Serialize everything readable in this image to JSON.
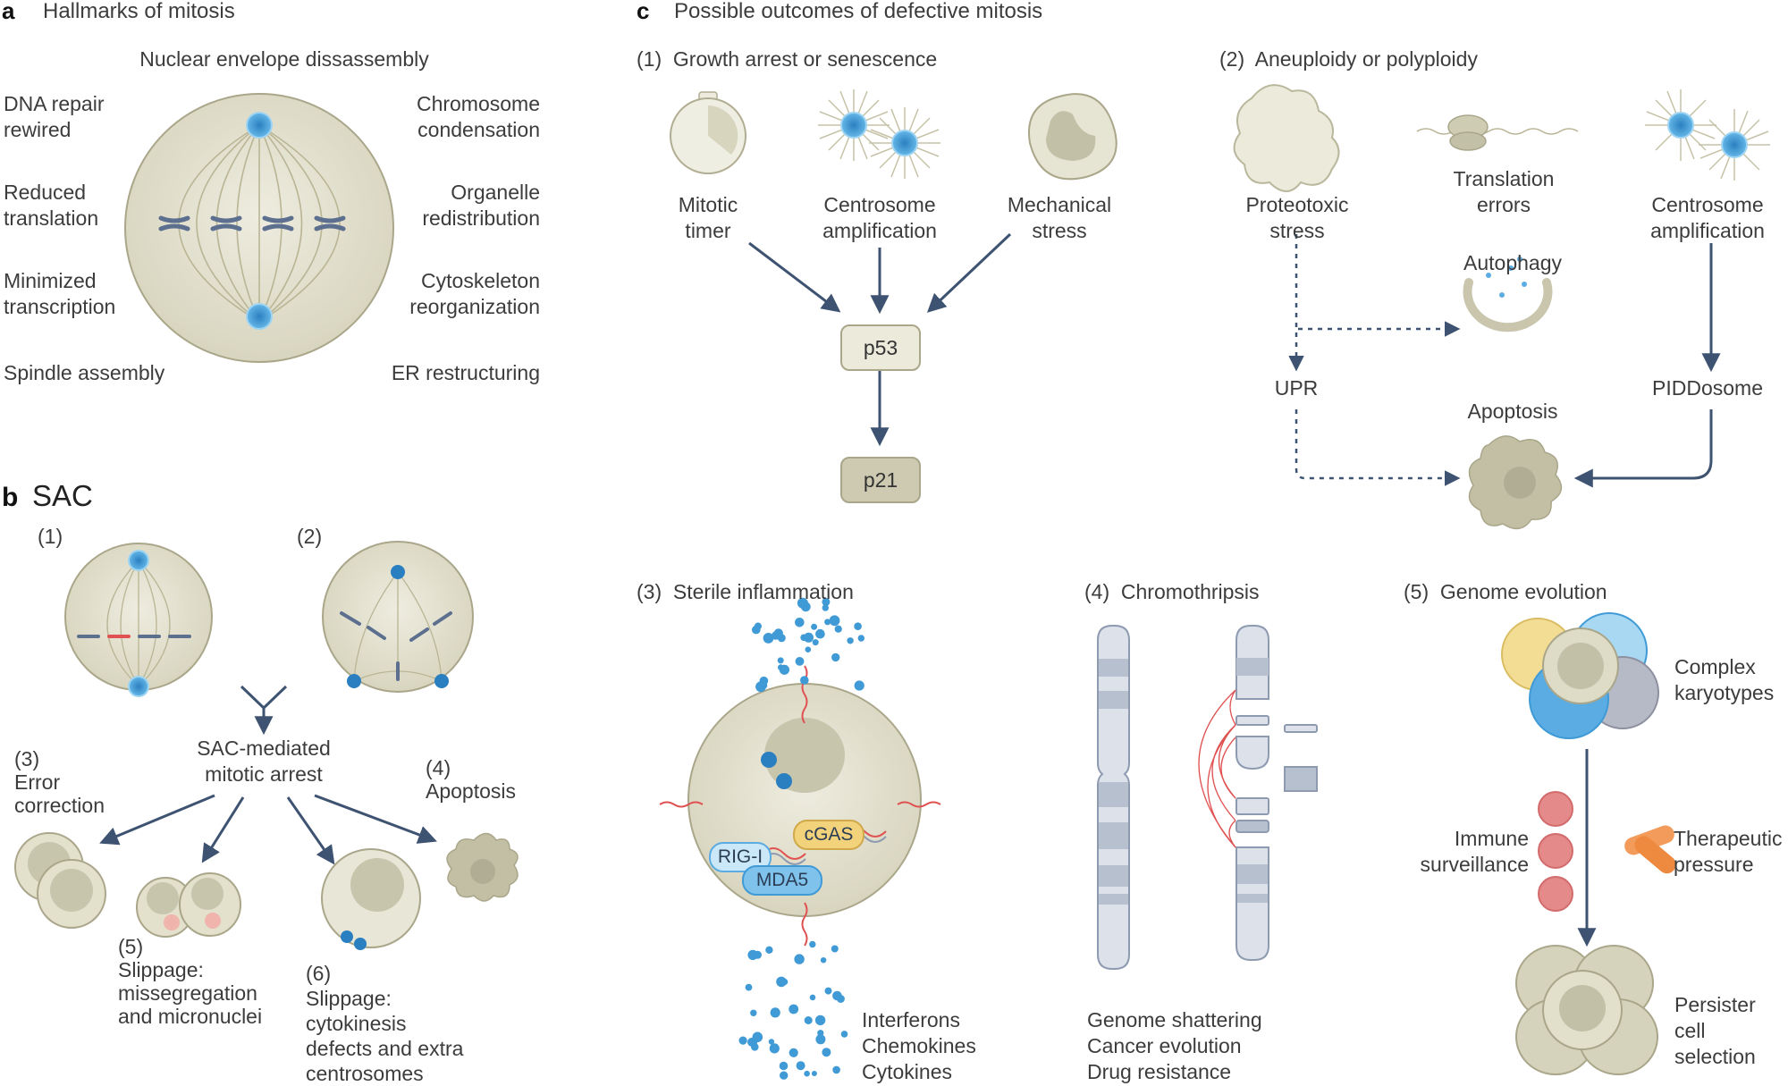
{
  "panel_a": {
    "letter": "a",
    "title": "Hallmarks of mitosis",
    "top_label": "Nuclear envelope dissassembly",
    "left_labels": [
      "DNA repair\nrewired",
      "Reduced\ntranslation",
      "Minimized\ntranscription",
      "Spindle assembly"
    ],
    "right_labels": [
      "Chromosome\ncondensation",
      "Organelle\nredistribution",
      "Cytoskeleton\nreorganization",
      "ER restructuring"
    ]
  },
  "panel_b": {
    "letter": "b",
    "title": "SAC",
    "cell1_label": "(1)",
    "cell2_label": "(2)",
    "center_label": "SAC-mediated\nmitotic arrest",
    "outcome3": "(3)\nError\ncorrection",
    "outcome4": "(4)\nApoptosis",
    "outcome5": "(5)\nSlippage:\nmissegregation\nand micronuclei",
    "outcome6": "(6)\nSlippage:\ncytokinesis\ndefects and extra\ncentrosomes"
  },
  "panel_c": {
    "letter": "c",
    "title": "Possible outcomes of defective mitosis",
    "sub1": {
      "title": "(1)  Growth arrest or senescence",
      "inputs": [
        "Mitotic\ntimer",
        "Centrosome\namplification",
        "Mechanical\nstress"
      ],
      "node1": "p53",
      "node2": "p21"
    },
    "sub2": {
      "title": "(2)  Aneuploidy or polyploidy",
      "inputs": [
        "Proteotoxic\nstress",
        "Translation\nerrors",
        "Centrosome\namplification"
      ],
      "autophagy": "Autophagy",
      "upr": "UPR",
      "piddosome": "PIDDosome",
      "apoptosis": "Apoptosis"
    },
    "sub3": {
      "title": "(3)  Sterile inflammation",
      "sensors": [
        "cGAS",
        "RIG-I",
        "MDA5"
      ],
      "outputs": "Interferons\nChemokines\nCytokines"
    },
    "sub4": {
      "title": "(4)  Chromothripsis",
      "outputs": "Genome shattering\nCancer evolution\nDrug resistance"
    },
    "sub5": {
      "title": "(5)  Genome evolution",
      "complex": "Complex\nkaryotypes",
      "immune": "Immune\nsurveillance",
      "therapeutic": "Therapeutic\npressure",
      "persister": "Persister\ncell\nselection"
    }
  },
  "colors": {
    "cell_fill": "#d9d6c0",
    "cell_stroke": "#a9a68a",
    "nucleus": "#bdbaa3",
    "centrosome_blue": "#3f9ad6",
    "chromosome": "#5c6f8f",
    "arrow": "#3e5371",
    "red_dna": "#e05252",
    "cgas_yellow": "#f2d27a",
    "sensor_blue": "#9fd4f2",
    "chrom_fill": "#dde2ea",
    "chrom_band": "#b7c0cf"
  }
}
